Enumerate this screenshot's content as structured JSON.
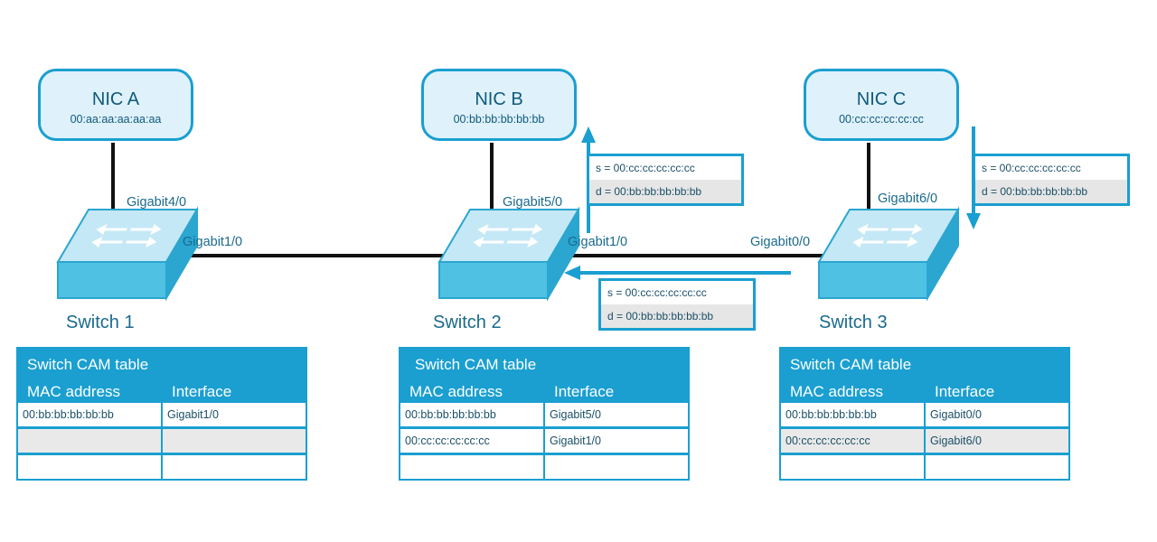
{
  "nics": [
    {
      "name": "NIC A",
      "mac": "00:aa:aa:aa:aa:aa"
    },
    {
      "name": "NIC B",
      "mac": "00:bb:bb:bb:bb:bb"
    },
    {
      "name": "NIC C",
      "mac": "00:cc:cc:cc:cc:cc"
    }
  ],
  "switches": [
    {
      "label": "Switch 1",
      "uplink_port": "Gigabit4/0",
      "trunk_port": "Gigabit1/0"
    },
    {
      "label": "Switch 2",
      "uplink_port": "Gigabit5/0",
      "trunk_port": "Gigabit1/0"
    },
    {
      "label": "Switch 3",
      "uplink_port": "Gigabit6/0",
      "trunk_port": "Gigabit0/0"
    }
  ],
  "frames": [
    {
      "src": "s = 00:cc:cc:cc:cc:cc",
      "dst": "d = 00:bb:bb:bb:bb:bb",
      "direction": "up"
    },
    {
      "src": "s = 00:cc:cc:cc:cc:cc",
      "dst": "d = 00:bb:bb:bb:bb:bb",
      "direction": "down"
    },
    {
      "src": "s = 00:cc:cc:cc:cc:cc",
      "dst": "d = 00:bb:bb:bb:bb:bb",
      "direction": "left"
    }
  ],
  "cam_tables": [
    {
      "title": "Switch CAM table",
      "mac_header": "MAC address",
      "if_header": "Interface",
      "rows": [
        {
          "mac": "00:bb:bb:bb:bb:bb",
          "iface": "Gigabit1/0"
        },
        {
          "mac": "",
          "iface": ""
        },
        {
          "mac": "",
          "iface": ""
        }
      ]
    },
    {
      "title": "Switch CAM table",
      "mac_header": "MAC address",
      "if_header": "Interface",
      "rows": [
        {
          "mac": "00:bb:bb:bb:bb:bb",
          "iface": "Gigabit5/0"
        },
        {
          "mac": "00:cc:cc:cc:cc:cc",
          "iface": "Gigabit1/0"
        },
        {
          "mac": "",
          "iface": ""
        }
      ]
    },
    {
      "title": "Switch CAM table",
      "mac_header": "MAC address",
      "if_header": "Interface",
      "rows": [
        {
          "mac": "00:bb:bb:bb:bb:bb",
          "iface": "Gigabit0/0"
        },
        {
          "mac": "00:cc:cc:cc:cc:cc",
          "iface": "Gigabit6/0"
        },
        {
          "mac": "",
          "iface": ""
        }
      ]
    }
  ],
  "colors": {
    "accent": "#1a9fd0",
    "nic_fill": "#dff1fa",
    "switch_top": "#c4e8f5",
    "switch_front": "#4fc1e2",
    "switch_side": "#2aa6d0",
    "link": "#111111",
    "text": "#1a6a8c"
  },
  "icons": [
    "switch-icon",
    "arrow-up-icon",
    "arrow-down-icon",
    "arrow-left-icon"
  ]
}
